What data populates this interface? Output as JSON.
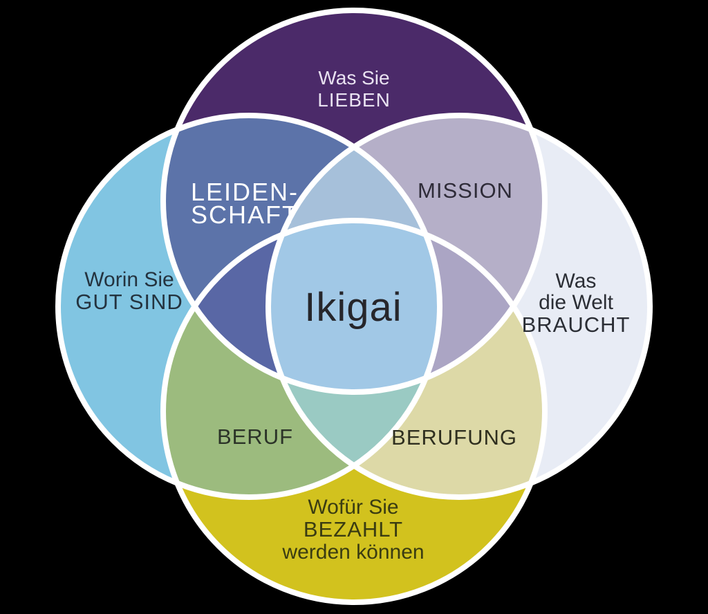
{
  "diagram_title": "Ikigai",
  "colors": {
    "background": "#000000",
    "outline": "#ffffff",
    "circle_love": "#4b2a69",
    "circle_good_at": "#81c5e2",
    "circle_world_needs": "#e8ecf5",
    "circle_paid_for": "#d2c21e",
    "region_passion": "#5c73a9",
    "region_mission": "#b5afc8",
    "region_profession": "#9cbb7e",
    "region_vocation": "#ddd9a7",
    "wedge_upper": "#a6c0da",
    "wedge_left": "#5967a5",
    "wedge_right": "#aba5c4",
    "wedge_lower": "#9acac3",
    "region_center": "#a1c8e6",
    "text_love": "#e9e2f1",
    "text_passion": "#ffffff",
    "text_mission": "#2e2b38",
    "text_good_at": "#24333f",
    "text_world_needs": "#2b2e35",
    "text_center": "#26262b",
    "text_profession": "#2b3328",
    "text_vocation": "#2f2f1f",
    "text_paid_for": "#3a3c12"
  },
  "labels": {
    "love": {
      "line1": "Was Sie",
      "line2": "LIEBEN"
    },
    "good_at": {
      "line1": "Worin Sie",
      "line2": "GUT SIND"
    },
    "world_needs": {
      "line1": "Was",
      "line2": "die Welt",
      "line3": "BRAUCHT"
    },
    "paid_for": {
      "line1": "Wofür Sie",
      "line2": "BEZAHLT",
      "line3": "werden können"
    },
    "passion": {
      "line1": "LEIDEN-",
      "line2": "SCHAFT"
    },
    "mission": "MISSION",
    "profession": "BERUF",
    "vocation": "BERUFUNG",
    "center": "Ikigai"
  }
}
